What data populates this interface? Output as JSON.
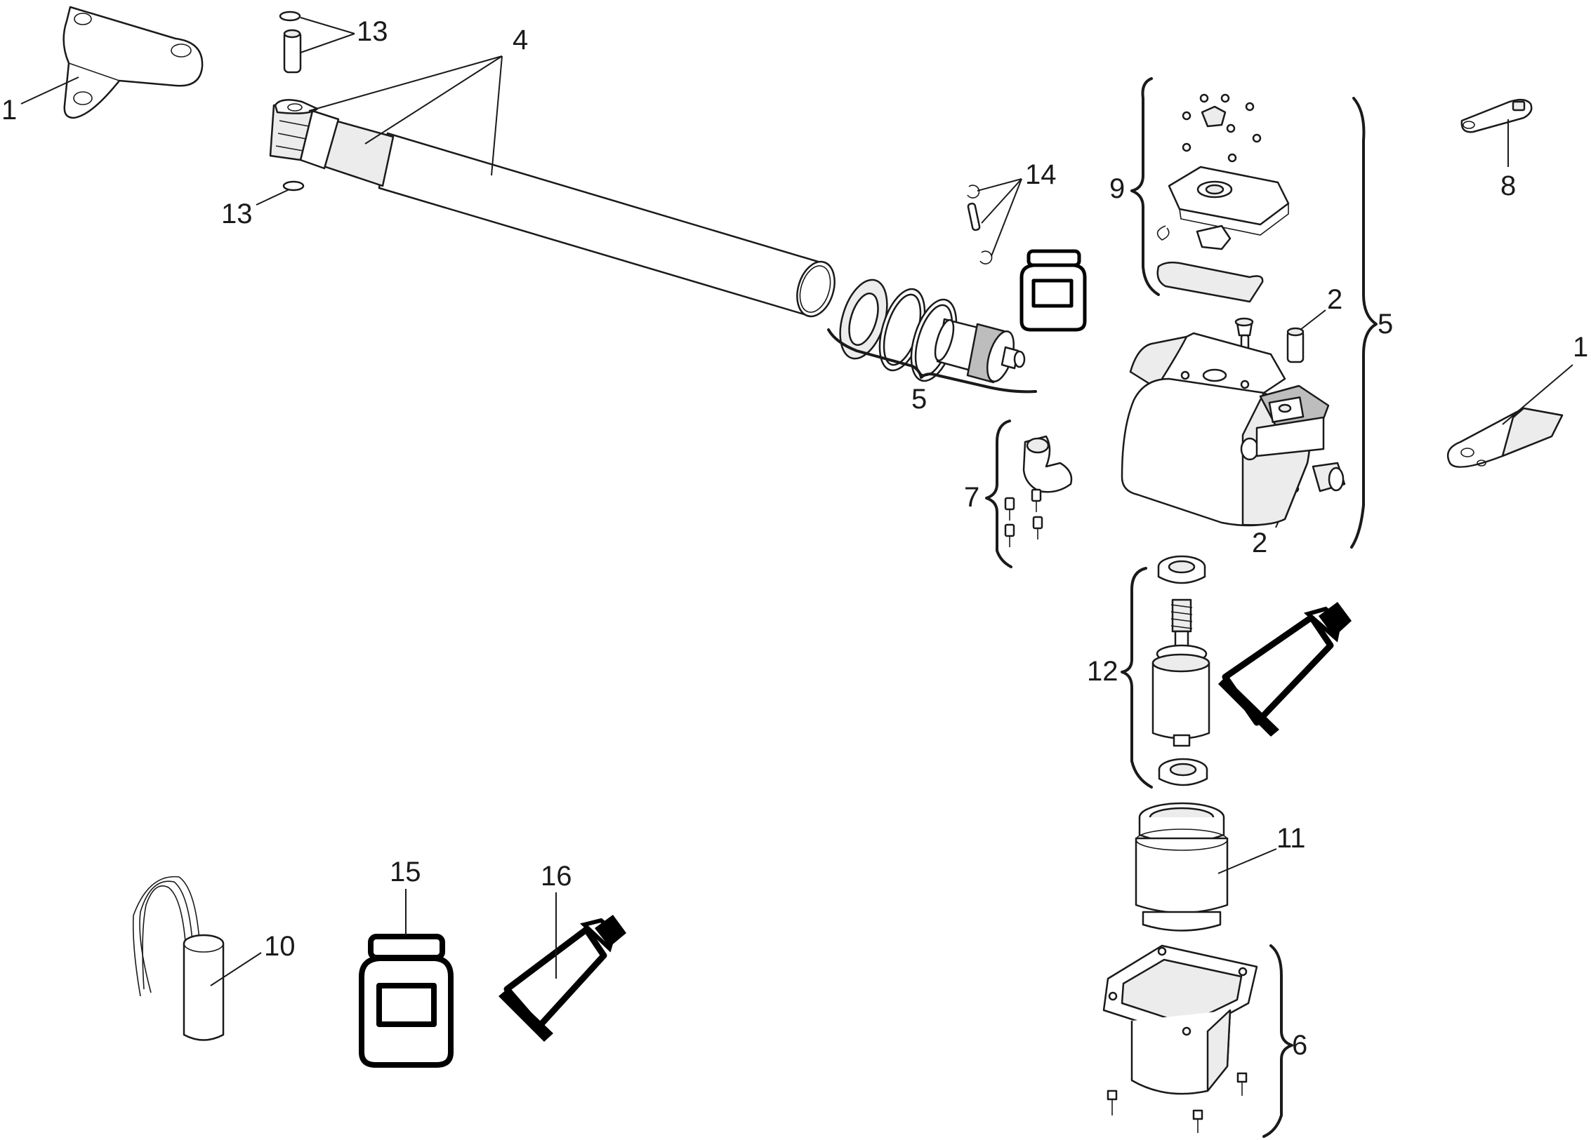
{
  "diagram": {
    "labels": {
      "l1a": "1",
      "l13a": "13",
      "l4": "4",
      "l13b": "13",
      "l14": "14",
      "l5a": "5",
      "l9": "9",
      "l2a": "2",
      "l5b": "5",
      "l8": "8",
      "l1b": "1",
      "l7": "7",
      "l2b": "2",
      "l12": "12",
      "l11": "11",
      "l6": "6",
      "l10": "10",
      "l15": "15",
      "l16": "16"
    },
    "icons": {
      "grease_jar": "grease-jar-icon",
      "grease_tube": "grease-tube-icon"
    },
    "colors": {
      "line": "#1a1a1a",
      "shade": "#ececec",
      "dark": "#bdbdbd",
      "background": "#ffffff"
    }
  }
}
